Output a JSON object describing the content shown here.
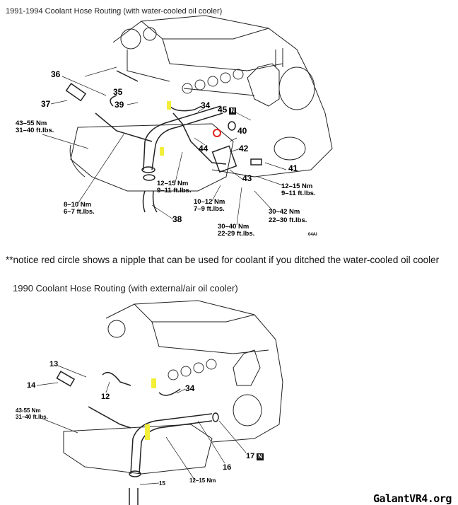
{
  "top": {
    "title": "1991-1994 Coolant Hose Routing (with water-cooled oil cooler)",
    "labels": {
      "p36": "36",
      "p35": "35",
      "p37": "37",
      "p39": "39",
      "p34": "34",
      "p45": "45",
      "n": "N",
      "p40": "40",
      "p44": "44",
      "p42": "42",
      "p41": "41",
      "p43": "43",
      "p38": "38",
      "t1a": "43–55 Nm",
      "t1b": "31–40 ft.lbs.",
      "t2a": "12–15 Nm",
      "t2b": "9–11 ft.lbs.",
      "t3a": "12–15 Nm",
      "t3b": "9–11 ft.lbs.",
      "t4a": "10–12 Nm",
      "t4b": "7–9 ft.lbs.",
      "t5a": "8–10 Nm",
      "t5b": "6–7 ft.lbs.",
      "t6a": "30–42 Nm",
      "t6b": "22–30 ft.lbs.",
      "t7a": "30–40 Nm",
      "t7b": "22-29 ft.lbs.",
      "code": "04AI"
    }
  },
  "note": "**notice red circle shows a nipple that can be used for coolant if you ditched the water-cooled oil cooler",
  "bottom": {
    "title": "1990 Coolant Hose Routing (with external/air oil cooler)",
    "labels": {
      "p13": "13",
      "p14": "14",
      "p12": "12",
      "p34": "34",
      "p17": "17",
      "n": "N",
      "p16": "16",
      "p15": "15",
      "t1a": "43-55 Nm",
      "t1b": "31–40 ft.lbs.",
      "t2a": "12–15 Nm"
    }
  },
  "watermark": "GalantVR4.org",
  "colors": {
    "highlight": "#f2ee3a",
    "circle": "#e02020"
  }
}
